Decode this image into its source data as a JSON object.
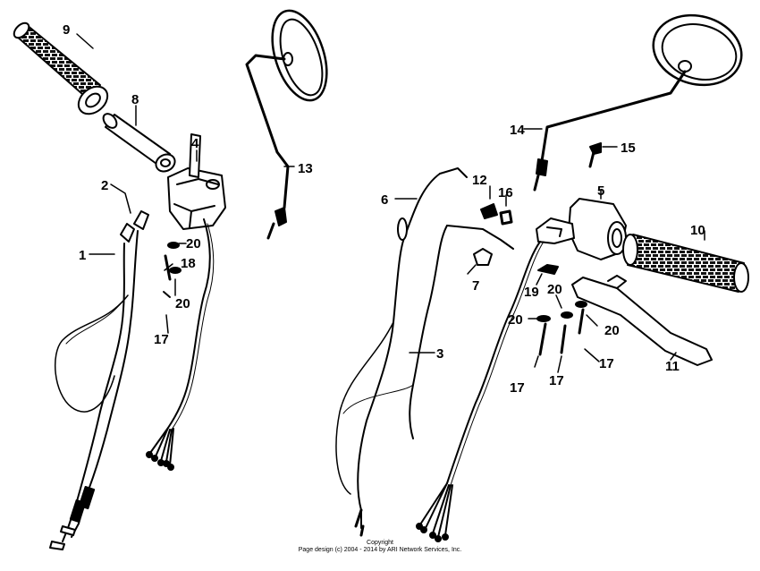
{
  "diagram": {
    "callouts": {
      "c1": "1",
      "c2": "2",
      "c3": "3",
      "c4": "4",
      "c5": "5",
      "c6": "6",
      "c7": "7",
      "c8": "8",
      "c9": "9",
      "c10": "10",
      "c11": "11",
      "c12": "12",
      "c13": "13",
      "c14": "14",
      "c15": "15",
      "c16": "16",
      "c17a": "17",
      "c17b": "17",
      "c17c": "17",
      "c17d": "17",
      "c18": "18",
      "c19": "19",
      "c20a": "20",
      "c20b": "20",
      "c20c": "20",
      "c20d": "20",
      "c20e": "20"
    },
    "copyright": {
      "line1": "Copyright",
      "line2": "Page design (c) 2004 - 2014 by ARI Network Services, Inc."
    }
  }
}
